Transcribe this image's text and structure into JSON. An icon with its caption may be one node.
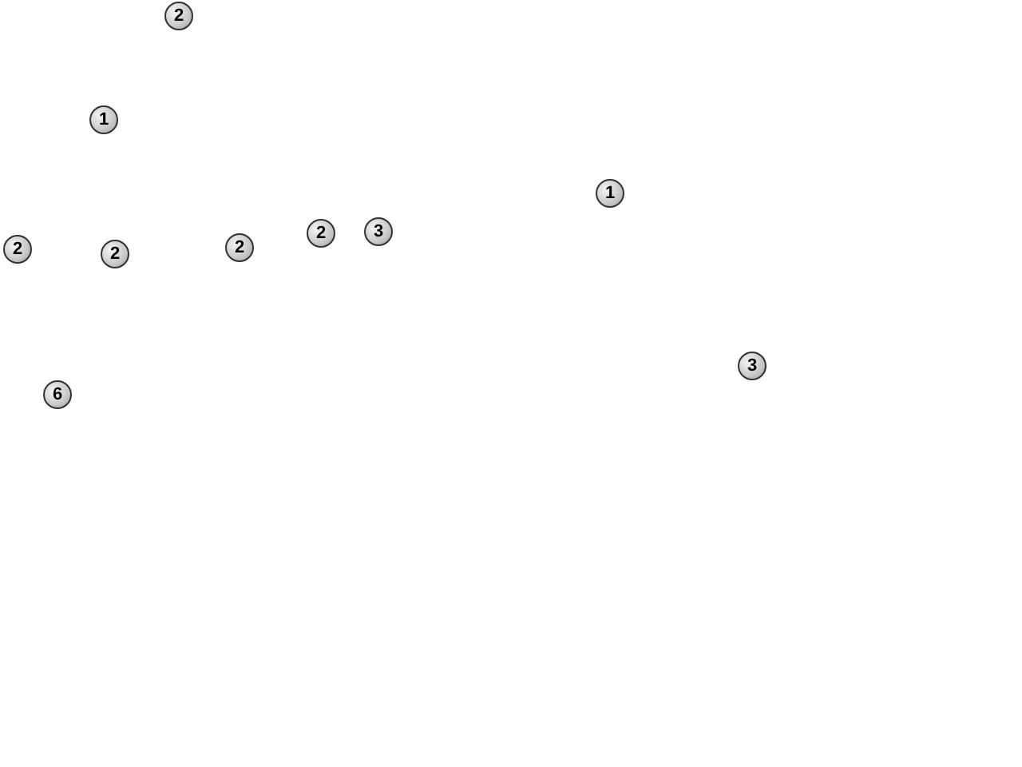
{
  "diagram": {
    "labels": [
      "2",
      "1",
      "1",
      "2",
      "2",
      "2",
      "2",
      "3",
      "3",
      "6"
    ]
  }
}
